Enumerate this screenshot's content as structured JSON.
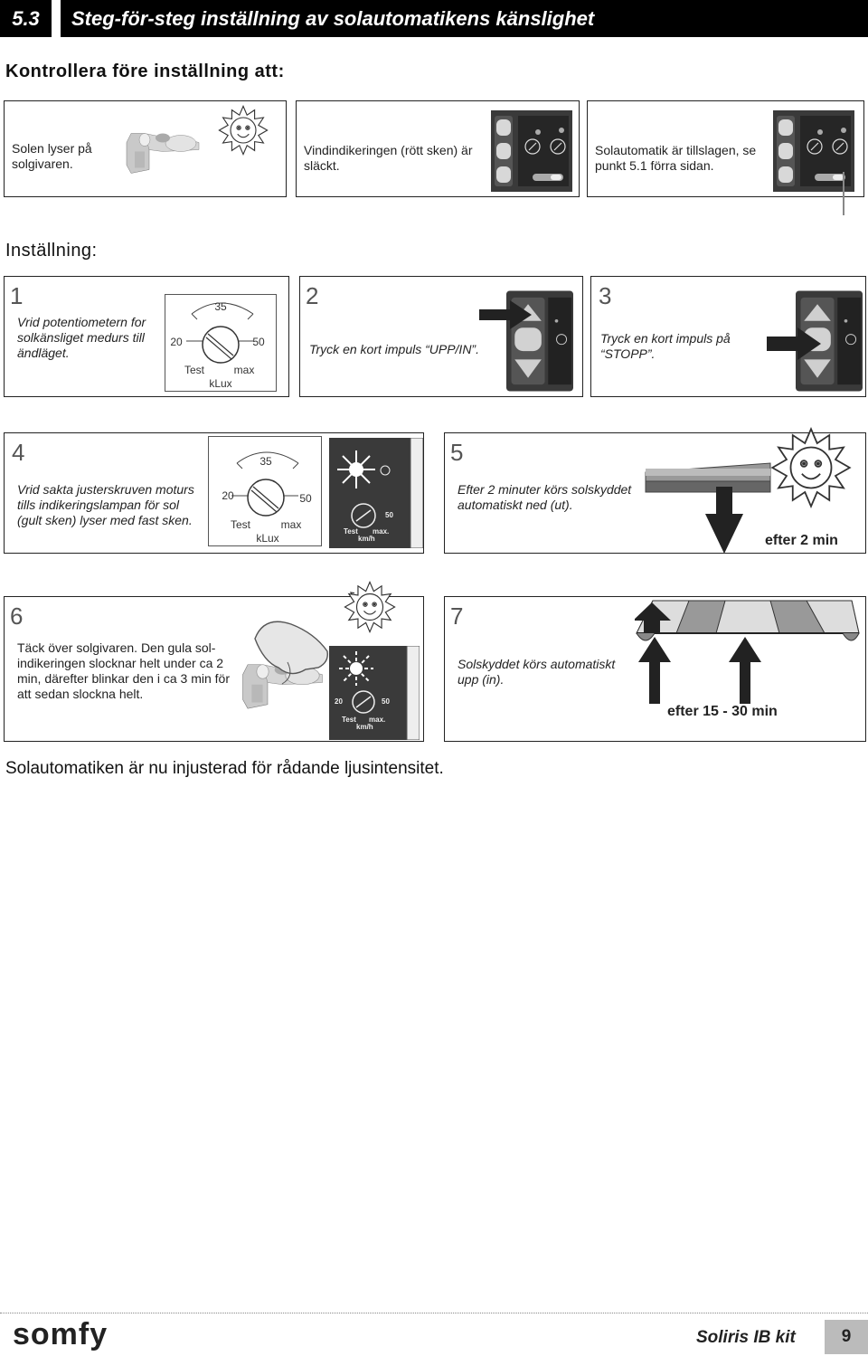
{
  "header": {
    "section_number": "5.3",
    "title": "Steg-för-steg inställning av solautomatikens känslighet"
  },
  "check_heading": "Kontrollera före inställning att:",
  "checks": [
    "Solen lyser på solgivaren.",
    "Vindindikeringen (rött sken) är släckt.",
    "Solautomatik är tillslagen, se punkt 5.1 förra sidan."
  ],
  "settings_heading": "Inställning:",
  "dial": {
    "top": "35",
    "left": "20",
    "right": "50",
    "test": "Test",
    "max": "max",
    "unit": "kLux"
  },
  "small_dial": {
    "left": "20",
    "right": "50",
    "test": "Test",
    "max": "max.",
    "unit": "km/h"
  },
  "steps": [
    {
      "number": "1",
      "text": "Vrid potentiometern for solkänsliget medurs till ändläget."
    },
    {
      "number": "2",
      "text": "Tryck en kort impuls “UPP/IN”."
    },
    {
      "number": "3",
      "text": "Tryck en kort impuls på “STOPP”."
    },
    {
      "number": "4",
      "text": "Vrid sakta justerskruven moturs tills indikeringslampan för sol (gult sken) lyser med fast sken."
    },
    {
      "number": "5",
      "text": "Efter 2 minuter körs solskyddet automatiskt ned (ut).",
      "caption": "efter 2 min"
    },
    {
      "number": "6",
      "text": "Täck över solgivaren. Den gula sol-indikeringen slocknar helt under ca 2 min, därefter blinkar den i ca 3 min för att sedan slockna helt."
    },
    {
      "number": "7",
      "text": "Solskyddet körs automatiskt upp (in).",
      "caption": "efter 15 - 30 min"
    }
  ],
  "final_text": "Solautomatiken är nu injusterad för rådande ljusintensitet.",
  "footer": {
    "brand": "somfy",
    "product": "Soliris IB kit",
    "page": "9"
  }
}
